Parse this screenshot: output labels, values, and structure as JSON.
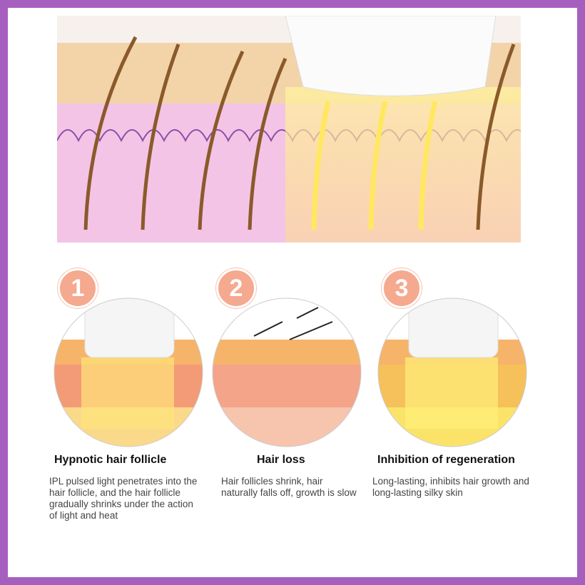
{
  "colors": {
    "frame": "#a65fbf",
    "badge": "#f5a98f",
    "skin_pink": "#f0b6e0",
    "skin_tan": "#f3d3a8",
    "light": "#ffe97a"
  },
  "steps": [
    {
      "number": "1",
      "title": "Hypnotic hair follicle",
      "description": "IPL pulsed light penetrates into the hair follicle, and the hair follicle gradually shrinks under the action of light and heat"
    },
    {
      "number": "2",
      "title": "Hair loss",
      "description": "Hair follicles shrink, hair naturally falls off, growth is slow"
    },
    {
      "number": "3",
      "title": "Inhibition of regeneration",
      "description": "Long-lasting, inhibits hair growth and long-lasting silky skin"
    }
  ]
}
